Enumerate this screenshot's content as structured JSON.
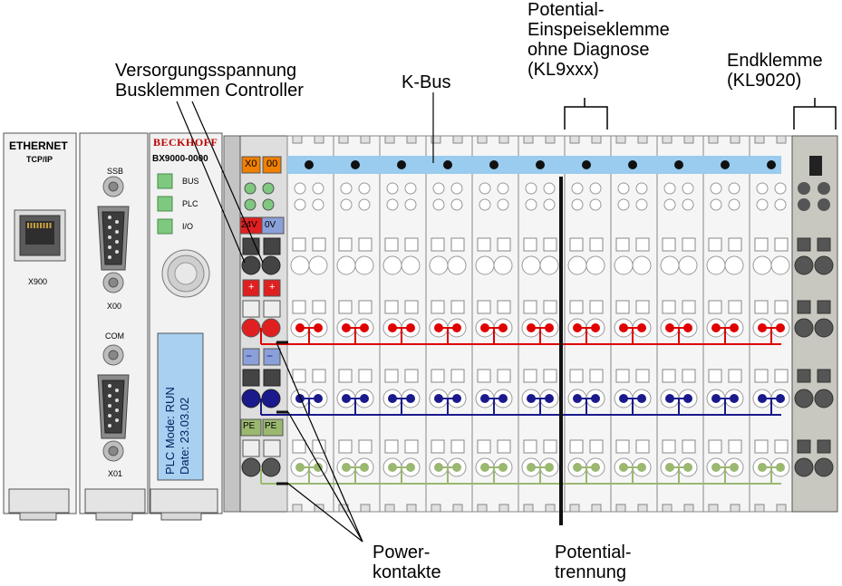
{
  "labels": {
    "versorgung": [
      "Versorgungsspannung",
      "Busklemmen Controller"
    ],
    "kbus": "K-Bus",
    "einspeise": [
      "Potential-",
      "Einspeiseklemme",
      "ohne Diagnose",
      "(KL9xxx)"
    ],
    "endklemme": [
      "Endklemme",
      "(KL9020)"
    ],
    "power": [
      "Power-",
      "kontakte"
    ],
    "trennung": [
      "Potential-",
      "trennung"
    ]
  },
  "ethernet_module": {
    "title": "ETHERNET",
    "subtitle": "TCP/IP",
    "port": "X900"
  },
  "interface_module": {
    "ssb": "SSB",
    "x00": "X00",
    "com": "COM",
    "x01": "X01"
  },
  "controller": {
    "brand": "BECKHOFF",
    "model": "BX9000-0000",
    "leds": [
      "BUS",
      "PLC",
      "I/O"
    ],
    "display": [
      "PLC Mode: RUN",
      "Date: 23.03.02"
    ]
  },
  "power_terminal": {
    "x0": "X0",
    "x00": "00",
    "v24": "24V",
    "v0": "0V",
    "plus": "+",
    "minus": "−",
    "pe": "PE"
  },
  "colors": {
    "kbus": "#99ccee",
    "plus_rail": "#e00000",
    "minus_rail": "#1a1a8c",
    "pe_rail": "#9ab870",
    "orange": "#f08000",
    "red_box": "#e02020",
    "blue_box": "#8aa0d8",
    "led_green": "#7fc87f",
    "display_bg": "#a8d0f0",
    "end_terminal": "#c8c8c0",
    "module_bg": "#f0f0f0"
  }
}
